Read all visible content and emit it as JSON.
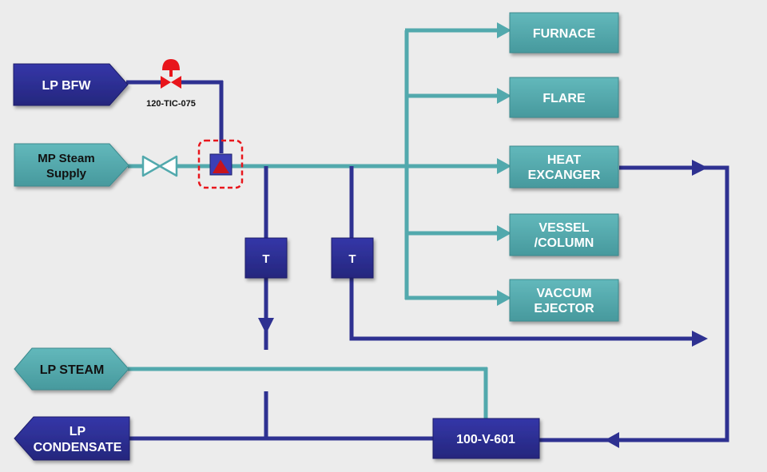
{
  "colors": {
    "background": "#ececec",
    "steam_line": "#52a9ad",
    "water_line": "#2e3191",
    "teal_box": "#52a9ad",
    "blue_box": "#2b2d91",
    "control_valve": "#e8151b",
    "desuperheater_dash": "#e8151b",
    "text_light": "#ffffff",
    "text_dark": "#111111"
  },
  "sources": {
    "lp_bfw": "LP BFW",
    "mp_steam_line1": "MP Steam",
    "mp_steam_line2": "Supply"
  },
  "control_valve_tag": "120-TIC-075",
  "consumers": {
    "furnace": "FURNACE",
    "flare": "FLARE",
    "heat_exchanger_line1": "HEAT",
    "heat_exchanger_line2": "EXCANGER",
    "vessel_line1": "VESSEL",
    "vessel_line2": "/COLUMN",
    "ejector_line1": "VACCUM",
    "ejector_line2": "EJECTOR"
  },
  "traps": {
    "trap_1": "T",
    "trap_2": "T"
  },
  "outputs": {
    "lp_steam": "LP STEAM",
    "lp_condensate_line1": "LP",
    "lp_condensate_line2": "CONDENSATE"
  },
  "vessel_tag": "100-V-601",
  "icons": [
    "control-valve-icon",
    "gate-valve-icon",
    "desuperheater-icon",
    "arrow-icon"
  ]
}
